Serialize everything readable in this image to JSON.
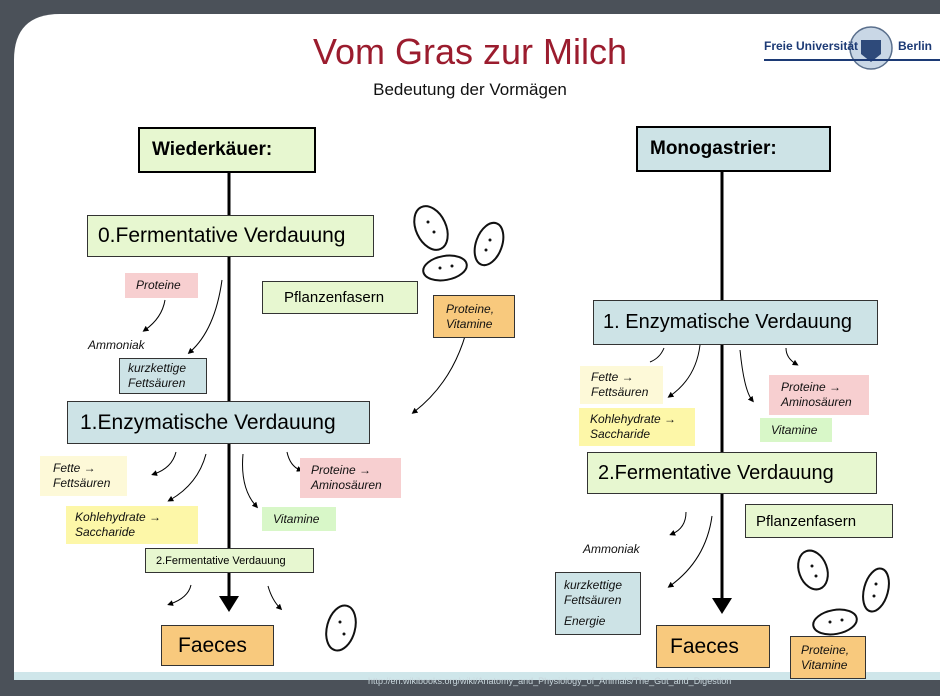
{
  "title": "Vom Gras zur Milch",
  "subtitle": "Bedeutung der Vormägen",
  "logo": {
    "text_left": "Freie Universität",
    "text_right": "Berlin"
  },
  "colors": {
    "title": "#9b1c2e",
    "blue": "#cde3e6",
    "green": "#e7f7d0",
    "orange": "#f8c97d",
    "pink": "#f7cfd0",
    "yellow": "#fdf7c8",
    "lightyellow": "#fdf9d8",
    "header_border": "#000000",
    "background": "#4b5159"
  },
  "left": {
    "header": "Wiederkäuer:",
    "fermentative0": "0.Fermentative Verdauung",
    "proteine": "Proteine",
    "ammoniak": "Ammoniak",
    "kurzkettige": "kurzkettige\nFettsäuren",
    "pflanzenfasern": "Pflanzenfasern",
    "proteine_vitamine": "Proteine,\nVitamine",
    "enzymatische1": "1.Enzymatische Verdauung",
    "fette": "Fette →\nFettsäuren",
    "kohlehydrate": "Kohlehydrate →\nSaccharide",
    "proteine_amino": "Proteine →\nAminosäuren",
    "vitamine": "Vitamine",
    "fermentative2": "2.Fermentative Verdauung",
    "faeces": "Faeces"
  },
  "right": {
    "header": "Monogastrier:",
    "enzymatische1": "1. Enzymatische Verdauung",
    "fette": "Fette →\nFettsäuren",
    "kohlehydrate": "Kohlehydrate →\nSaccharide",
    "proteine_amino": "Proteine →\nAminosäuren",
    "vitamine": "Vitamine",
    "fermentative2": "2.Fermentative Verdauung",
    "pflanzenfasern": "Pflanzenfasern",
    "ammoniak": "Ammoniak",
    "kurzkettige": "kurzkettige\nFettsäuren",
    "energie": "Energie",
    "faeces": "Faeces",
    "proteine_vitamine": "Proteine,\nVitamine"
  },
  "source_url": "http://en.wikibooks.org/wiki/Anatomy_and_Physiology_of_Animals/The_Gut_and_Digestion"
}
